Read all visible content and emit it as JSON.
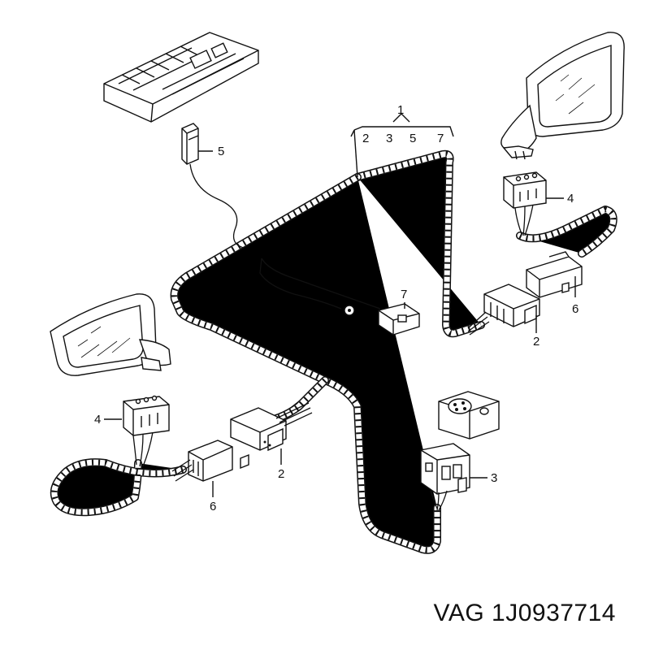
{
  "callouts": {
    "c1": "1",
    "c1_sub2": "2",
    "c1_sub3": "3",
    "c1_sub5": "5",
    "c1_sub7": "7",
    "c2a": "2",
    "c2b": "2",
    "c3": "3",
    "c4a": "4",
    "c4b": "4",
    "c5": "5",
    "c6a": "6",
    "c6b": "6",
    "c7": "7"
  },
  "part_number": "VAG 1J0937714",
  "icons": [
    "relay-box-icon",
    "right-mirror-icon",
    "left-mirror-icon",
    "connector-icon",
    "socket-icon"
  ]
}
